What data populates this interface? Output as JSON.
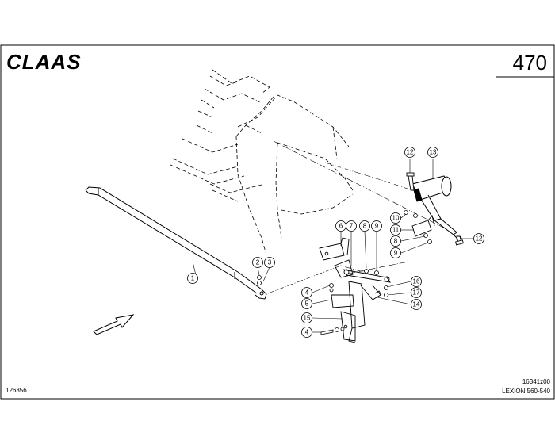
{
  "header": {
    "brand": "CLAAS",
    "page_number": "470"
  },
  "footer": {
    "left_code": "126356",
    "drawing_code": "16341z00",
    "model": "LEXION 560-540"
  },
  "callouts": [
    "1",
    "2",
    "3",
    "4",
    "5",
    "6",
    "7",
    "8",
    "9",
    "10",
    "11",
    "12",
    "13",
    "14",
    "15",
    "16",
    "17"
  ],
  "colors": {
    "ink": "#000000",
    "paper": "#ffffff"
  }
}
